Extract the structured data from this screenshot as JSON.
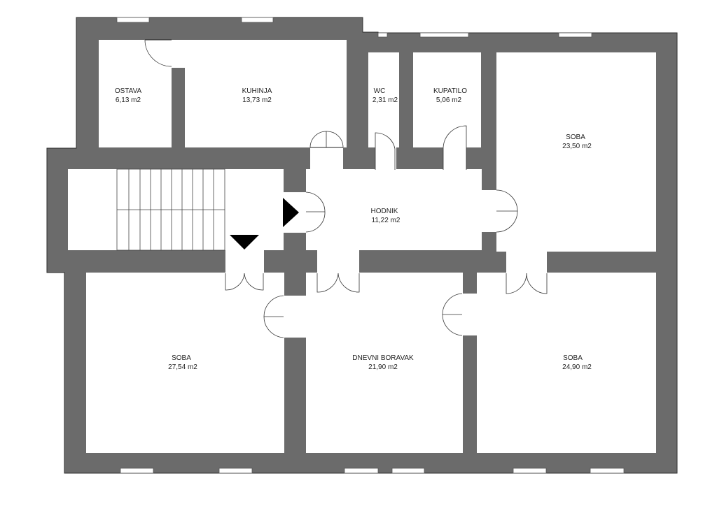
{
  "rooms": {
    "ostava": {
      "name": "OSTAVA",
      "area": "6,13 m2"
    },
    "kuhinja": {
      "name": "KUHINJA",
      "area": "13,73 m2"
    },
    "wc": {
      "name": "WC",
      "area": "2,31 m2"
    },
    "kupatilo": {
      "name": "KUPATILO",
      "area": "5,06 m2"
    },
    "soba_ne": {
      "name": "SOBA",
      "area": "23,50 m2"
    },
    "hodnik": {
      "name": "HODNIK",
      "area": "11,22 m2"
    },
    "soba_sw": {
      "name": "SOBA",
      "area": "27,54 m2"
    },
    "dnevni": {
      "name": "DNEVNI BORAVAK",
      "area": "21,90 m2"
    },
    "soba_se": {
      "name": "SOBA",
      "area": "24,90 m2"
    }
  },
  "colors": {
    "wall": "#6b6b6b",
    "background": "#ffffff",
    "text": "#222222"
  },
  "icons": {
    "entry_arrow_right": "triangle-right-icon",
    "entry_arrow_down": "triangle-down-icon"
  }
}
